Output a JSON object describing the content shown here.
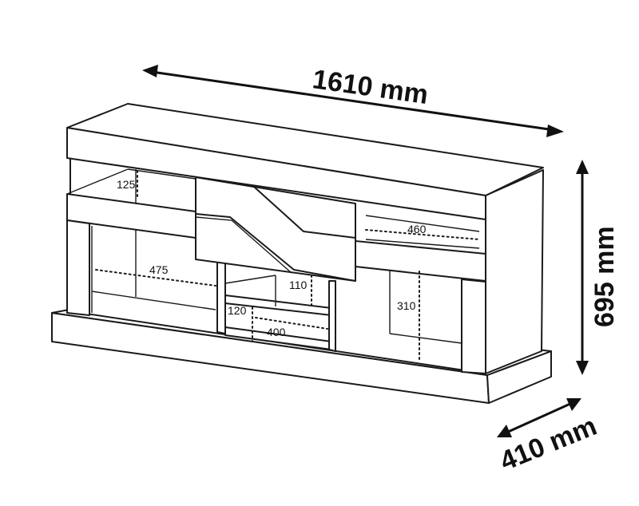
{
  "dimensions": {
    "width": "1610 mm",
    "height": "695 mm",
    "depth": "410 mm"
  },
  "inner_measurements": {
    "top_left_compartment": "125",
    "top_right_compartment": "460",
    "left_shelf_depth": "475",
    "center_upper_height": "110",
    "center_lower_height": "120",
    "center_lower_width": "400",
    "right_compartment_height": "310"
  }
}
